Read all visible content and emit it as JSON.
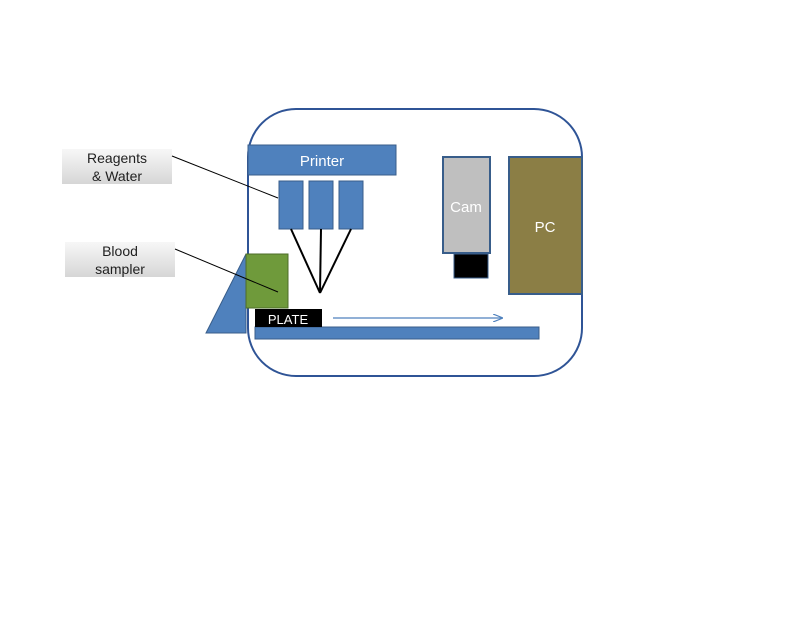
{
  "diagram": {
    "labels": {
      "printer": "Printer",
      "cam": "Cam",
      "pc": "PC",
      "plate": "PLATE",
      "reagents_line1": "Reagents",
      "reagents_line2": "& Water",
      "blood_line1": "Blood",
      "blood_line2": "sampler"
    },
    "colors": {
      "blue": "#4f81bd",
      "blue_stroke": "#385d8a",
      "enclosure_stroke": "#2f5496",
      "olive": "#8b7e45",
      "olive_stroke": "#5d5430",
      "green": "#6f9a3b",
      "green_stroke": "#4e6c29",
      "gray": "#bfbfbf",
      "black": "#000000",
      "label_box_light": "#f2f2f2",
      "label_box_dark": "#d9d9d9",
      "text_dark": "#1f1f1f",
      "text_light": "#ffffff"
    }
  }
}
